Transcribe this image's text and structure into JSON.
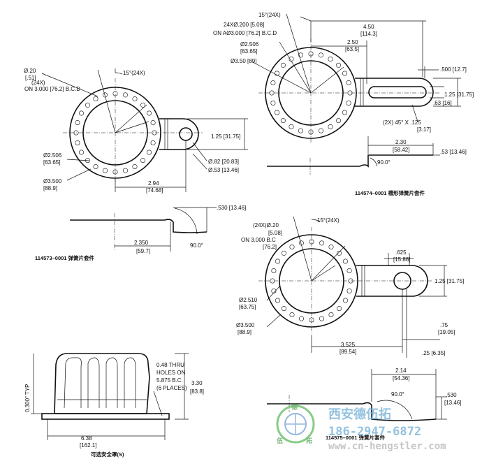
{
  "drawing_tl": {
    "pn_caption": "114573–0001 弹簧片套件",
    "hole_dia": "Ø.20",
    "hole_dia_mm": "[.51]",
    "hole_count": "(24X)",
    "bcd": "ON 3.000 [76.2] B.C.D",
    "angle": "15°(24X)",
    "inner_dia": "Ø2.506",
    "inner_dia_mm": "[63.65]",
    "outer_dia": "Ø3.500",
    "outer_dia_mm": "[88.9]",
    "height": "1.25 [31.75]",
    "tab_hole": "Ø.82 [20.83]",
    "tab_radius": "Ø.53 [13.46]",
    "length": "2.94",
    "length_mm": "[74.68]",
    "side_len": "2.350",
    "side_len_mm": "[59.7]",
    "side_h": ".530 [13.46]",
    "bend": "90.0°"
  },
  "drawing_tr": {
    "pn_caption": "114574–0001 槽形弹簧片套件",
    "angle": "15°(24X)",
    "hole_spec": "24XØ.200 [5.08]",
    "bcd": "ON AØ3.000 [76.2] B.C.D",
    "inner_dia": "Ø2.506",
    "inner_dia_mm": "[63.65]",
    "outer_dia": "Ø3.50 [89]",
    "overall": "4.50",
    "overall_mm": "[114.3]",
    "slot_pos": "2.50",
    "slot_pos_mm": "[63.5]",
    "tab_w": ".500 [12.7]",
    "height": "1.25 [31.75]",
    "slot_h": ".63 [16]",
    "chamfer": "(2X) 45° X .125",
    "chamfer_mm": "[3.17]",
    "side_len": "2.30",
    "side_len_mm": "[58.42]",
    "side_h": ".53 [13.46]",
    "bend": "90.0°"
  },
  "drawing_mr": {
    "hole_count": "(24X)Ø.20",
    "hole_mm": "[5.08]",
    "angle": "15°(24X)",
    "bcd": "ON 3.000 B.C",
    "bcd_mm": "[76.2]",
    "tab_w": ".625",
    "tab_w_mm": "[15.88]",
    "height": "1.25 [31.75]",
    "inner_dia": "Ø2.510",
    "inner_dia_mm": "[63.75]",
    "outer_dia": "Ø3.500",
    "outer_dia_mm": "[88.9]",
    "hole_pos": ".75",
    "hole_pos_mm": "[19.05]",
    "length": "3.525",
    "length_mm": "[89.54]",
    "hole_r": ".25 [6.35]"
  },
  "drawing_br": {
    "pn_caption": "114575–0001 弹簧片套件",
    "side_len": "2.14",
    "side_len_mm": "[54.36]",
    "bend": "90.0°",
    "side_h": ".530",
    "side_h_mm": "[13.46]"
  },
  "drawing_bl": {
    "caption": "可选安全罩(S)",
    "typ": "0.300\" TYP",
    "holes_1": "0.48 THRU",
    "holes_2": "HOLES ON",
    "holes_3": "5.875 B.C.",
    "holes_4": "(6 PLACES)",
    "height": "3.30",
    "height_mm": "[83.8]",
    "width": "6.38",
    "width_mm": "[162.1]"
  },
  "watermark": {
    "company": "西安德伍拓",
    "phone": "186-2947-6872",
    "url": "www.cn-hengstler.com",
    "logo_chars": [
      "德",
      "伍",
      "拓"
    ]
  }
}
